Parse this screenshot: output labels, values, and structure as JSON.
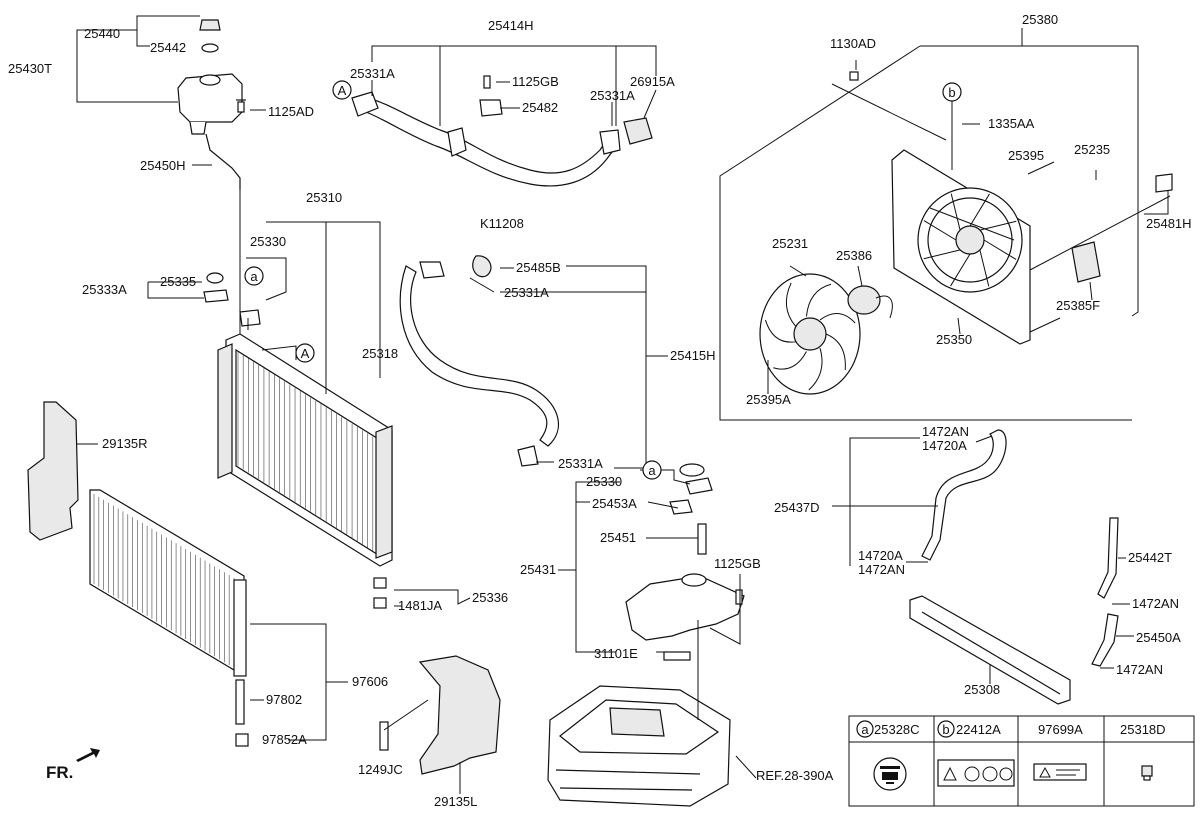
{
  "labels": {
    "l25440": "25440",
    "l25442": "25442",
    "l25430T": "25430T",
    "l1125AD": "1125AD",
    "l25450H": "25450H",
    "l25414H": "25414H",
    "l25331A_1": "25331A",
    "l1125GB_1": "1125GB",
    "l25482": "25482",
    "l25331A_2": "25331A",
    "l26915A": "26915A",
    "l25310": "25310",
    "l25330_1": "25330",
    "l25335": "25335",
    "l25333A": "25333A",
    "l25318": "25318",
    "l29135R": "29135R",
    "lK11208": "K11208",
    "l25485B": "25485B",
    "l25331A_3": "25331A",
    "l25415H": "25415H",
    "l25331A_4": "25331A",
    "l25330_2": "25330",
    "l25453A": "25453A",
    "l25451": "25451",
    "l25431": "25431",
    "l1125GB_2": "1125GB",
    "l31101E": "31101E",
    "l25336": "25336",
    "l1481JA": "1481JA",
    "l97606": "97606",
    "l97802": "97802",
    "l97852A": "97852A",
    "l1249JC": "1249JC",
    "l29135L": "29135L",
    "lREF": "REF.28-390A",
    "lFR": "FR.",
    "l1130AD": "1130AD",
    "l25380": "25380",
    "l1335AA": "1335AA",
    "l25395": "25395",
    "l25235": "25235",
    "l25481H": "25481H",
    "l25231": "25231",
    "l25386": "25386",
    "l25385F": "25385F",
    "l25350": "25350",
    "l25395A": "25395A",
    "l1472AN_1": "1472AN",
    "l14720A_1": "14720A",
    "l25437D": "25437D",
    "l14720A_2": "14720A",
    "l1472AN_2": "1472AN",
    "l25442T": "25442T",
    "l1472AN_3": "1472AN",
    "l25450A": "25450A",
    "l1472AN_4": "1472AN",
    "l25308": "25308"
  },
  "callouts": {
    "A": "A",
    "a": "a",
    "b": "b"
  },
  "legend": {
    "col1_key": "a",
    "col1_part": "25328C",
    "col2_key": "b",
    "col2_part": "22412A",
    "col3_part": "97699A",
    "col4_part": "25318D"
  }
}
